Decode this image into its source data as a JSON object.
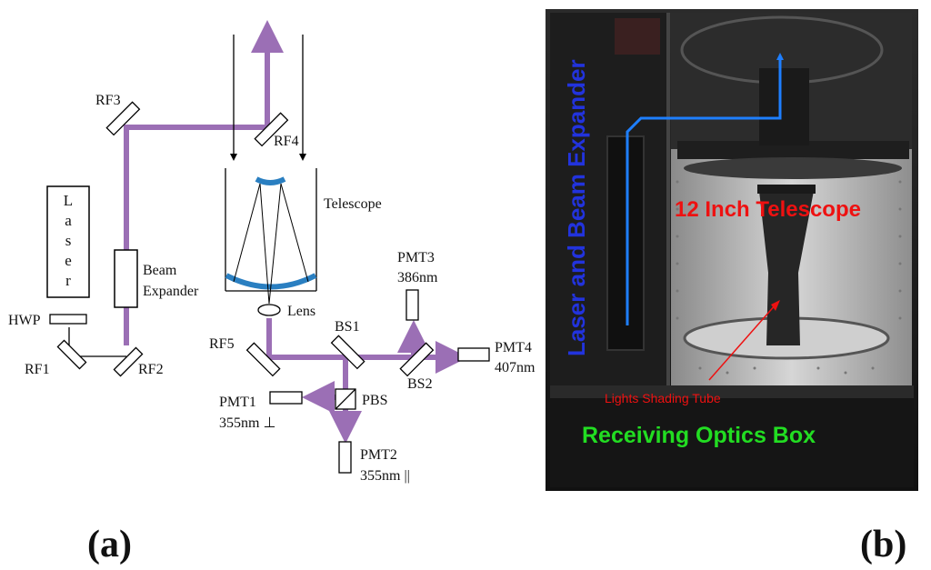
{
  "panel_a": {
    "caption": "(a)",
    "laser_letters": [
      "L",
      "a",
      "s",
      "e",
      "r"
    ],
    "hwp": "HWP",
    "rf1": "RF1",
    "rf2": "RF2",
    "rf3": "RF3",
    "rf4": "RF4",
    "rf5": "RF5",
    "beam_expander_line1": "Beam",
    "beam_expander_line2": "Expander",
    "telescope": "Telescope",
    "lens": "Lens",
    "bs1": "BS1",
    "bs2": "BS2",
    "pbs": "PBS",
    "pmt1_name": "PMT1",
    "pmt1_wl": "355nm ⊥",
    "pmt2_name": "PMT2",
    "pmt2_wl": "355nm ||",
    "pmt3_name": "PMT3",
    "pmt3_wl": "386nm",
    "pmt4_name": "PMT4",
    "pmt4_wl": "407nm"
  },
  "panel_b": {
    "caption": "(b)",
    "laser_beam_expander": "Laser and Beam Expander",
    "telescope": "12 Inch Telescope",
    "shading_tube": "Lights Shading Tube",
    "receiving_box": "Receiving Optics Box"
  },
  "colors": {
    "beam": "#9b6fb5",
    "mirror": "#2a7fc1",
    "photo_blue_text": "#2233dd",
    "photo_red_text": "#ee1111",
    "photo_green_text": "#22dd22",
    "photo_beam": "#1e7fff"
  }
}
